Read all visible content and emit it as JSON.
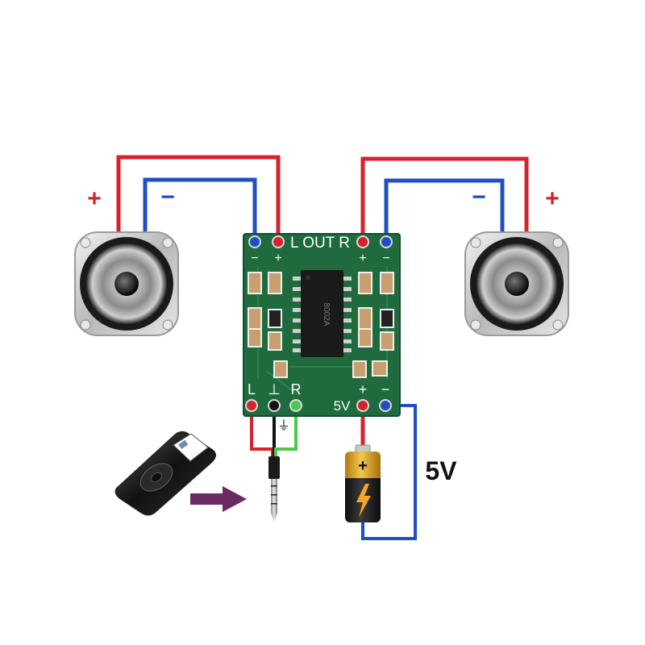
{
  "board": {
    "out_label": "L OUT R",
    "out_left_minus": "−",
    "out_left_plus": "+",
    "out_right_plus": "+",
    "out_right_minus": "−",
    "in_left": "L",
    "in_ground": "⊥",
    "in_right": "R",
    "power_label": "5V",
    "power_plus": "+",
    "power_minus": "−",
    "chip_text": "8002A"
  },
  "left_speaker": {
    "plus_sign": "+",
    "minus_sign": "−"
  },
  "right_speaker": {
    "plus_sign": "+",
    "minus_sign": "−"
  },
  "battery": {
    "voltage_label": "5V"
  },
  "jack": {
    "ground_symbol": "⏚"
  },
  "colors": {
    "positive_wire": "#d6222b",
    "negative_wire": "#1f4fc7",
    "audio_right_wire": "#4cc94c",
    "ground_wire": "#111111",
    "pcb": "#1f6b3e",
    "arrow": "#6a2a63"
  }
}
